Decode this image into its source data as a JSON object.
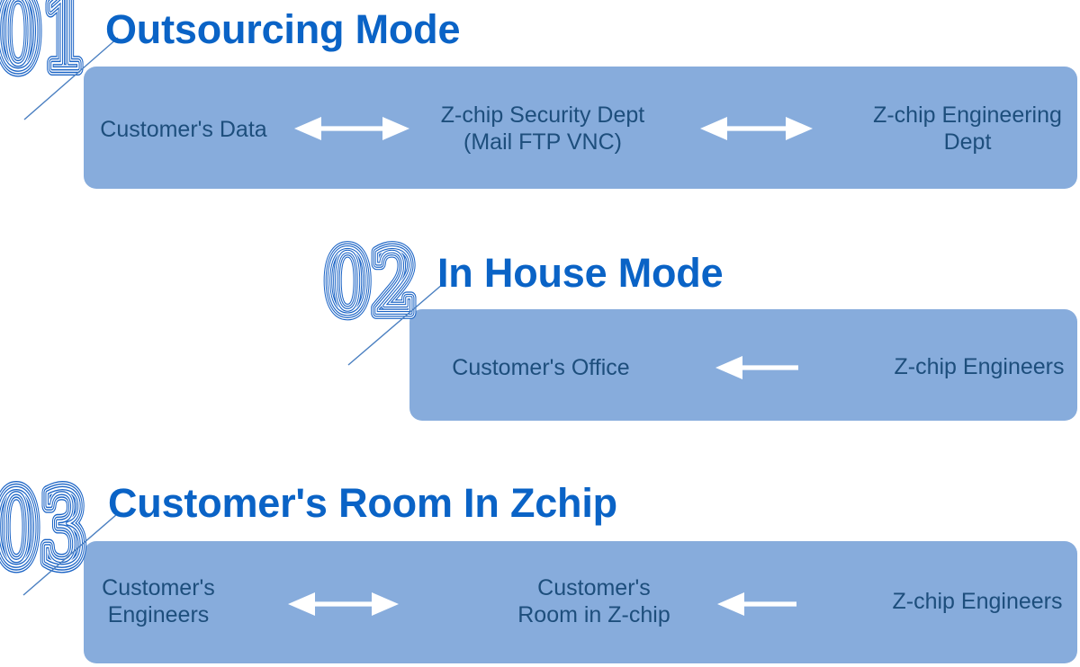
{
  "colors": {
    "title_blue": "#0a63c6",
    "number_blue": "#1a63c5",
    "box_fill": "#87ACDC",
    "box_text": "#1d4e7c",
    "arrow_white": "#ffffff",
    "connector_blue": "#4a7fc1"
  },
  "sections": [
    {
      "number": "01",
      "title": "Outsourcing Mode",
      "items": {
        "left": "Customer's Data",
        "middle": "Z-chip Security Dept\n(Mail FTP VNC)",
        "right": "Z-chip Engineering\nDept"
      }
    },
    {
      "number": "02",
      "title": "In House Mode",
      "items": {
        "left": "Customer's Office",
        "right": "Z-chip Engineers"
      }
    },
    {
      "number": "03",
      "title": "Customer's Room In Zchip",
      "items": {
        "left": "Customer's\nEngineers",
        "middle": "Customer's\nRoom in Z-chip",
        "right": "Z-chip Engineers"
      }
    }
  ]
}
